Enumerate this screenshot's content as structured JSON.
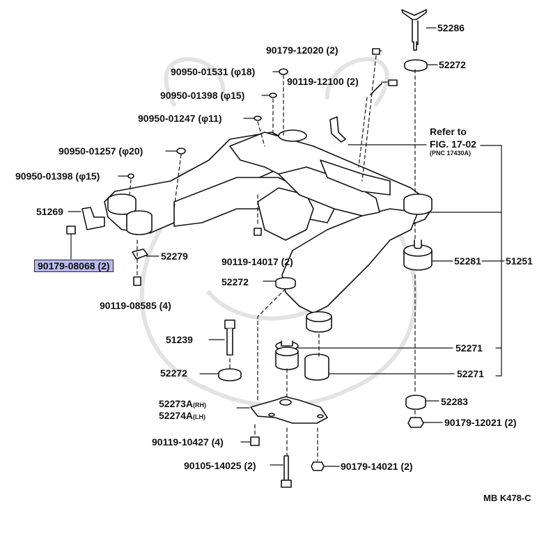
{
  "labels": {
    "p52286": "52286",
    "p90179_12020": "90179-12020 (2)",
    "p52272_top": "52272",
    "p90950_01531": "90950-01531 (φ18)",
    "p90119_12100": "90119-12100 (2)",
    "p90950_01398_a": "90950-01398 (φ15)",
    "p90950_01247": "90950-01247 (φ11)",
    "refer_1": "Refer to",
    "refer_2": "FIG. 17-02",
    "refer_3": "(PNC 17430A)",
    "p90950_01257": "90950-01257 (φ20)",
    "p90950_01398_b": "90950-01398 (φ15)",
    "p51269": "51269",
    "p90179_08068": "90179-08068 (2)",
    "p52279": "52279",
    "p90119_14017": "90119-14017 (2)",
    "p52281": "52281",
    "p51251": "51251",
    "p52272_mid": "52272",
    "p90119_08585": "90119-08585 (4)",
    "p51239": "51239",
    "p52271_a": "52271",
    "p52272_low": "52272",
    "p52271_b": "52271",
    "p52273A": "52273A",
    "p52273A_sfx": "(RH)",
    "p52274A": "52274A",
    "p52274A_sfx": "(LH)",
    "p52283": "52283",
    "p90179_12021": "90179-12021 (2)",
    "p90119_10427": "90119-10427 (4)",
    "p90105_14025": "90105-14025 (2)",
    "p90179_14021": "90179-14021 (2)",
    "fig_code": "MB K478-C"
  },
  "highlight_color": "#b9b9ec"
}
